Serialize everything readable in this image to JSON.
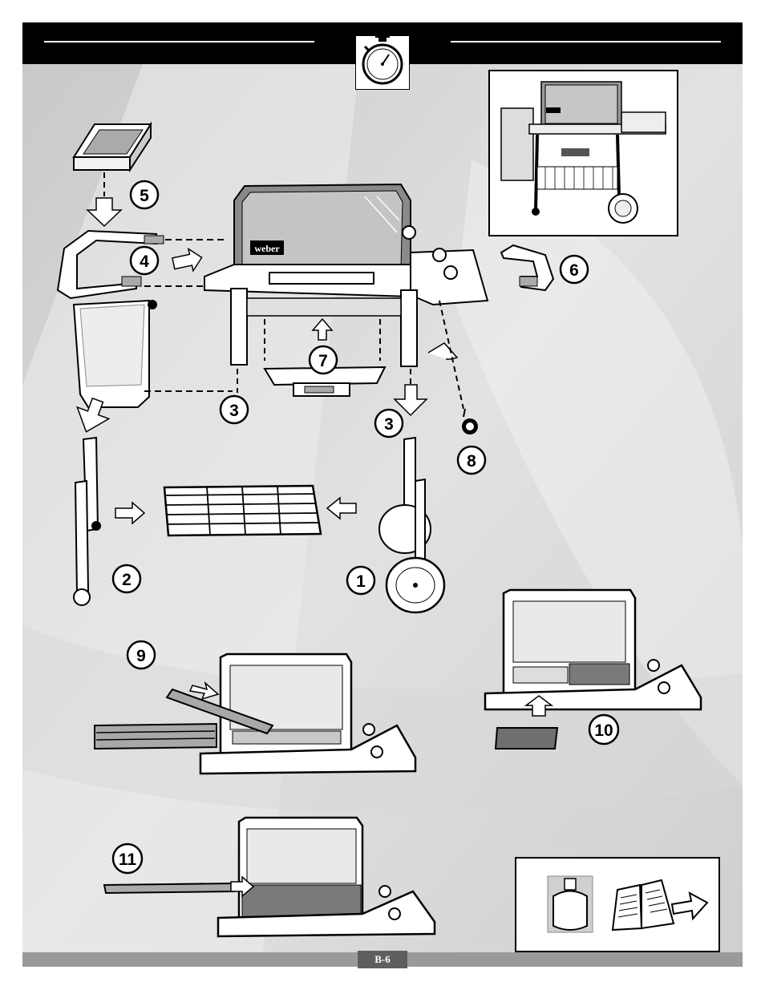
{
  "page": {
    "number": "B-6"
  },
  "steps": {
    "s1": "1",
    "s2": "2",
    "s3a": "3",
    "s3b": "3",
    "s4": "4",
    "s5": "5",
    "s6": "6",
    "s7": "7",
    "s8": "8",
    "s9": "9",
    "s10": "10",
    "s11": "11"
  },
  "grill": {
    "lid_logo": "weber"
  },
  "icons": {
    "header": "stopwatch-icon",
    "tank": "propane-tank-icon",
    "manual": "manual-book-icon",
    "arrow": "arrow-right-icon"
  }
}
